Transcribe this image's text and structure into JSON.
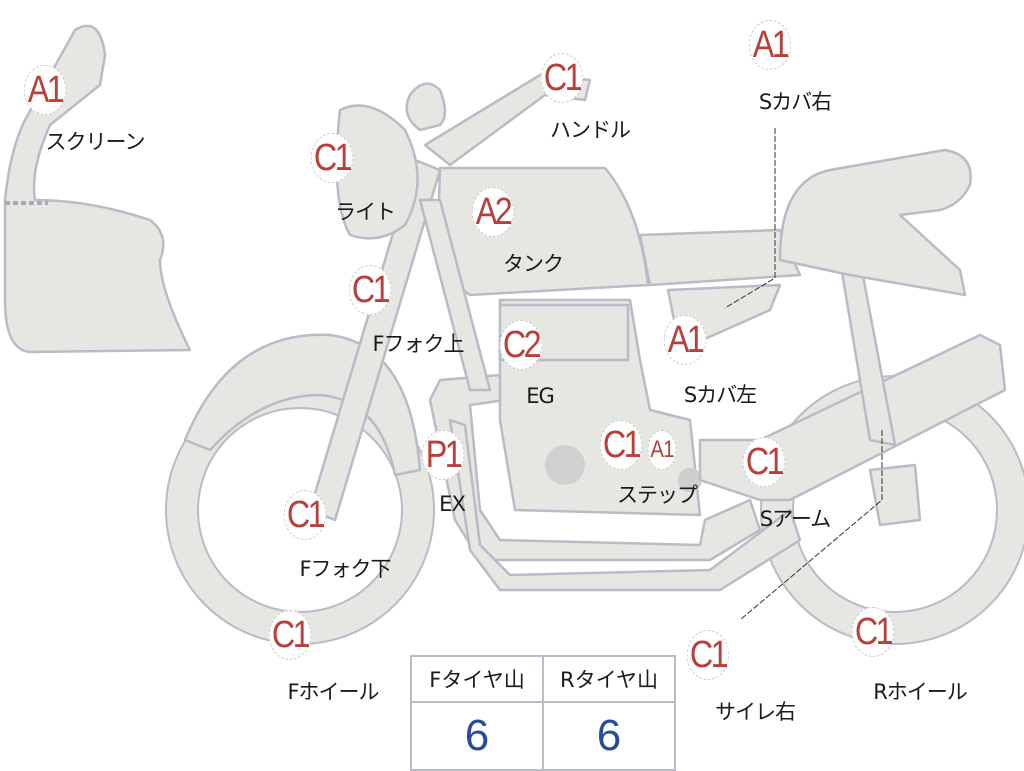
{
  "colors": {
    "part_fill": "#e6e6e2",
    "part_stroke": "#b8bcc6",
    "grade_text": "#b8403a",
    "value_text": "#2a4a9a"
  },
  "parts": [
    {
      "grade": "A1",
      "name": "スクリーン"
    },
    {
      "grade": "C1",
      "name": "ハンドル"
    },
    {
      "grade": "A1",
      "name": "Sカバ右"
    },
    {
      "grade": "C1",
      "name": "ライト"
    },
    {
      "grade": "A2",
      "name": "タンク"
    },
    {
      "grade": "C1",
      "name": "Fフォク上"
    },
    {
      "grade": "C2",
      "name": "EG"
    },
    {
      "grade": "A1",
      "name": "Sカバ左"
    },
    {
      "grade": "C1",
      "name": "ステップ",
      "extra_grade": "A1"
    },
    {
      "grade": "C1",
      "name": "Sアーム"
    },
    {
      "grade": "P1",
      "name": "EX"
    },
    {
      "grade": "C1",
      "name": "Fフォク下"
    },
    {
      "grade": "C1",
      "name": "Fホイール"
    },
    {
      "grade": "C1",
      "name": "サイレ右"
    },
    {
      "grade": "C1",
      "name": "Rホイール"
    }
  ],
  "tires": {
    "front_label": "Fタイヤ山",
    "rear_label": "Rタイヤ山",
    "front_value": "6",
    "rear_value": "6"
  }
}
